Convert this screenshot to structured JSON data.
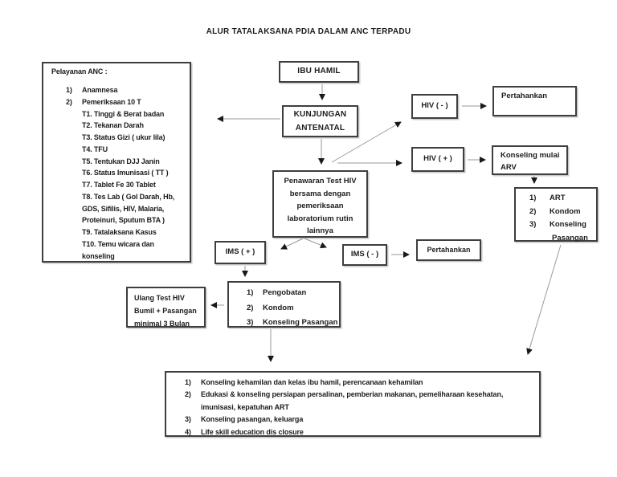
{
  "title": "ALUR TATALAKSANA PDIA DALAM ANC TERPADU",
  "pelayanan": {
    "header": "Pelayanan ANC :",
    "items": [
      {
        "n": "1)",
        "t": "Anamnesa"
      },
      {
        "n": "2)",
        "t": "Pemeriksaan 10 T"
      },
      {
        "t": "T1. Tinggi & Berat badan"
      },
      {
        "t": "T2. Tekanan Darah"
      },
      {
        "t": "T3. Status Gizi ( ukur lila)"
      },
      {
        "t": "T4. TFU"
      },
      {
        "t": "T5. Tentukan DJJ Janin"
      },
      {
        "t": "T6. Status Imunisasi ( TT )"
      },
      {
        "t": "T7. Tablet Fe 30 Tablet"
      },
      {
        "t": "T8. Tes Lab ( Gol Darah, Hb,"
      },
      {
        "t": "GDS, Sifilis, HIV, Malaria,"
      },
      {
        "t": "Proteinuri, Sputum BTA )"
      },
      {
        "t": "T9. Tatalaksana Kasus"
      },
      {
        "t": "T10. Temu wicara dan"
      },
      {
        "t": "konseling"
      }
    ]
  },
  "ibu_hamil": {
    "label": "IBU HAMIL"
  },
  "kunjungan": {
    "line1": "KUNJUNGAN",
    "line2": "ANTENATAL"
  },
  "hiv_neg": {
    "label": "HIV  ( - )"
  },
  "pertahankan_top": {
    "label": "Pertahankan"
  },
  "hiv_pos": {
    "label": "HIV ( + )"
  },
  "konseling_arv": {
    "line1": "Konseling mulai",
    "line2": "ARV"
  },
  "art": {
    "items": [
      {
        "n": "1)",
        "t": "ART"
      },
      {
        "n": "2)",
        "t": "Kondom"
      },
      {
        "n": "3)",
        "t": "Konseling"
      },
      {
        "t": "Pasangan"
      }
    ]
  },
  "penawaran": {
    "lines": [
      "Penawaran Test HIV",
      "bersama dengan",
      "pemeriksaan",
      "laboratorium rutin",
      "lainnya"
    ]
  },
  "ims_pos": {
    "label": "IMS ( + )"
  },
  "ims_neg": {
    "label": "IMS ( - )"
  },
  "pertahankan_bottom": {
    "label": "Pertahankan"
  },
  "pengobatan": {
    "items": [
      {
        "n": "1)",
        "t": "Pengobatan"
      },
      {
        "n": "2)",
        "t": "Kondom"
      },
      {
        "n": "3)",
        "t": "Konseling Pasangan"
      }
    ]
  },
  "ulang": {
    "lines": [
      "Ulang Test HIV",
      "Bumil + Pasangan",
      "minimal 3 Bulan"
    ]
  },
  "bottom": {
    "items": [
      {
        "n": "1)",
        "t": "Konseling kehamilan dan kelas ibu hamil, perencanaan kehamilan"
      },
      {
        "n": "2)",
        "t": "Edukasi & konseling persiapan persalinan, pemberian makanan, pemeliharaan kesehatan,"
      },
      {
        "t": "imunisasi, kepatuhan ART"
      },
      {
        "n": "3)",
        "t": "Konseling pasangan, keluarga"
      },
      {
        "n": "4)",
        "t": "Life skill education dis closure"
      }
    ]
  }
}
